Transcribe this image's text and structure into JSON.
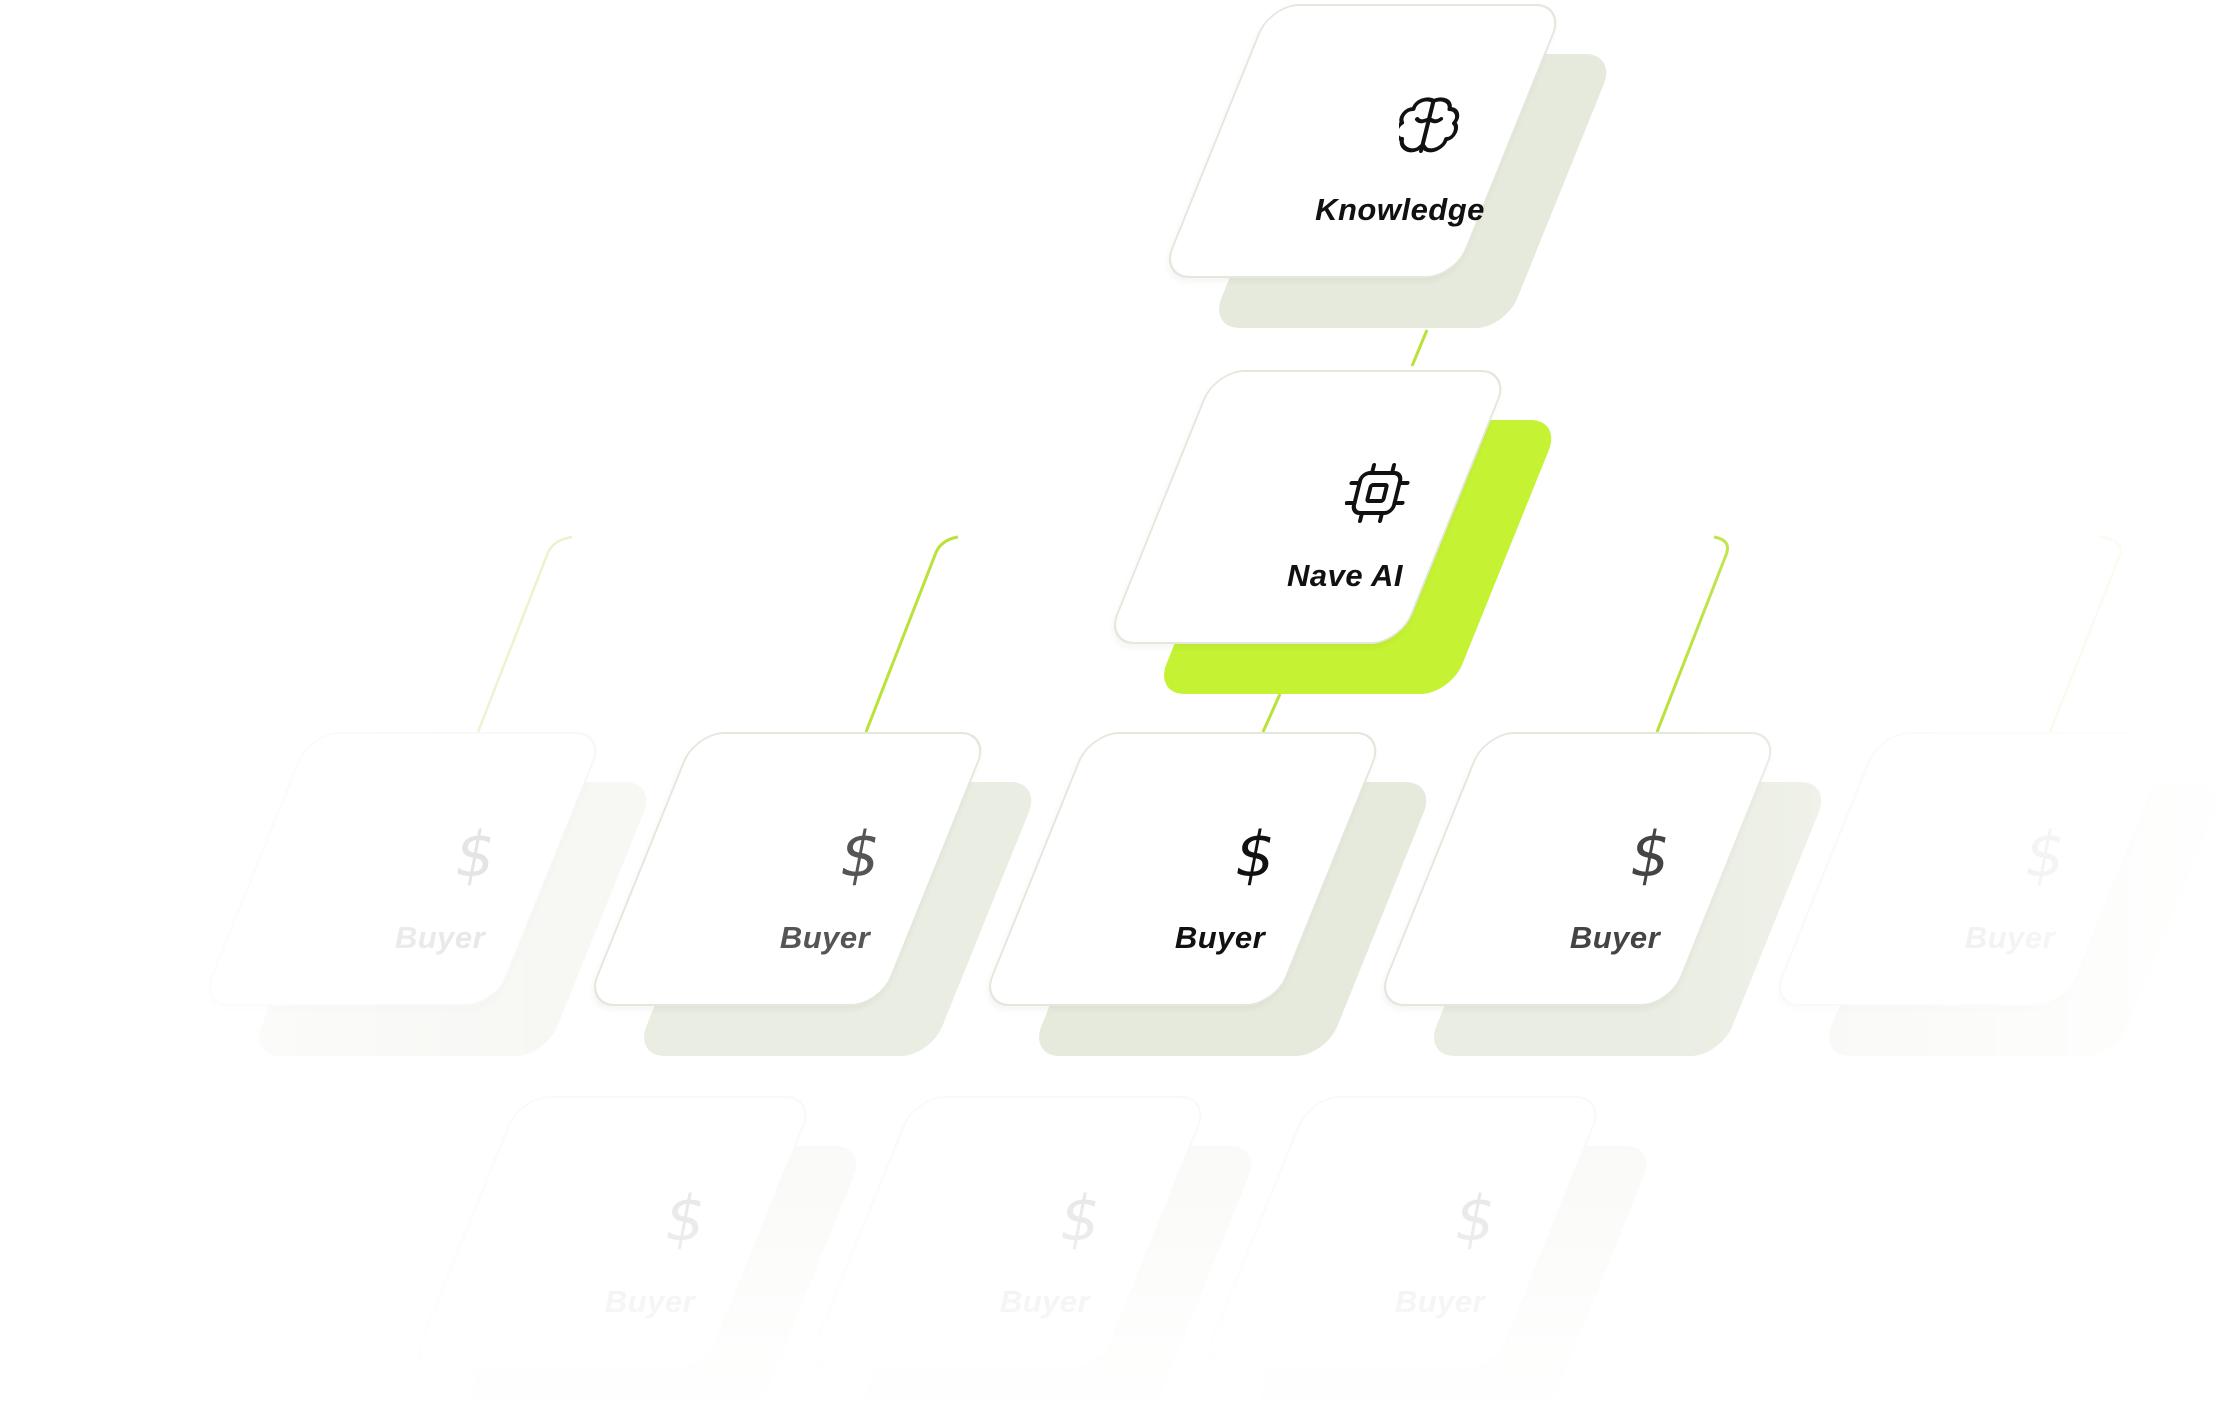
{
  "colors": {
    "accent": "#c5f233",
    "depth_default": "#e8ebde",
    "line": "#b9e23a",
    "text_dark": "#111111",
    "text_mid": "#555555",
    "text_faint": "#cfcfcf"
  },
  "nodes": {
    "knowledge": {
      "label": "Knowledge",
      "icon": "brain-icon"
    },
    "nave_ai": {
      "label": "Nave AI",
      "icon": "chip-icon"
    },
    "buyer_row1_far_left": {
      "label": "Buyer",
      "icon": "dollar-icon"
    },
    "buyer_row1_left": {
      "label": "Buyer",
      "icon": "dollar-icon"
    },
    "buyer_row1_center": {
      "label": "Buyer",
      "icon": "dollar-icon"
    },
    "buyer_row1_right": {
      "label": "Buyer",
      "icon": "dollar-icon"
    },
    "buyer_row1_far_right": {
      "label": "Buyer",
      "icon": "dollar-icon"
    },
    "buyer_row2_left": {
      "label": "Buyer",
      "icon": "dollar-icon"
    },
    "buyer_row2_center": {
      "label": "Buyer",
      "icon": "dollar-icon"
    },
    "buyer_row2_right": {
      "label": "Buyer",
      "icon": "dollar-icon"
    }
  }
}
